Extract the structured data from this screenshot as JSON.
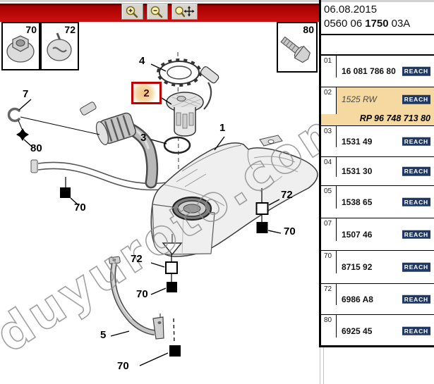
{
  "toolbar": {
    "buttons": [
      {
        "name": "zoom-in"
      },
      {
        "name": "zoom-out"
      },
      {
        "name": "pan"
      }
    ]
  },
  "header": {
    "date": "06.08.2015",
    "ref_prefix": "0560 06",
    "ref_bold": "1750",
    "ref_suffix": "03A"
  },
  "thumbnails": [
    {
      "label": "70"
    },
    {
      "label": "72"
    },
    {
      "label": "80"
    }
  ],
  "callouts": [
    {
      "label": "7"
    },
    {
      "label": "80"
    },
    {
      "label": "70"
    },
    {
      "label": "4"
    },
    {
      "label": "2",
      "highlighted": true
    },
    {
      "label": "3"
    },
    {
      "label": "1"
    },
    {
      "label": "72"
    },
    {
      "label": "70"
    },
    {
      "label": "72"
    },
    {
      "label": "70"
    },
    {
      "label": "5"
    },
    {
      "label": "70"
    }
  ],
  "watermark": "duyuroto.com",
  "panel": {
    "reach_label": "REACH",
    "rows": [
      {
        "num": "01",
        "part": "16 081 786 80"
      },
      {
        "num": "02",
        "part": "1525 RW",
        "sub": "RP 96 748 713 80",
        "highlighted": true
      },
      {
        "num": "03",
        "part": "1531 49"
      },
      {
        "num": "04",
        "part": "1531 30"
      },
      {
        "num": "05",
        "part": "1538 65"
      },
      {
        "num": "07",
        "part": "1507 46"
      },
      {
        "num": "70",
        "part": "8715 92"
      },
      {
        "num": "72",
        "part": "6986 A8"
      },
      {
        "num": "80",
        "part": "6925 45"
      }
    ]
  },
  "colors": {
    "toolbar_red": "#C00000",
    "highlight_tan": "#F6D9A0",
    "badge_navy": "#1F3864",
    "callout_box_red": "#C00000"
  }
}
